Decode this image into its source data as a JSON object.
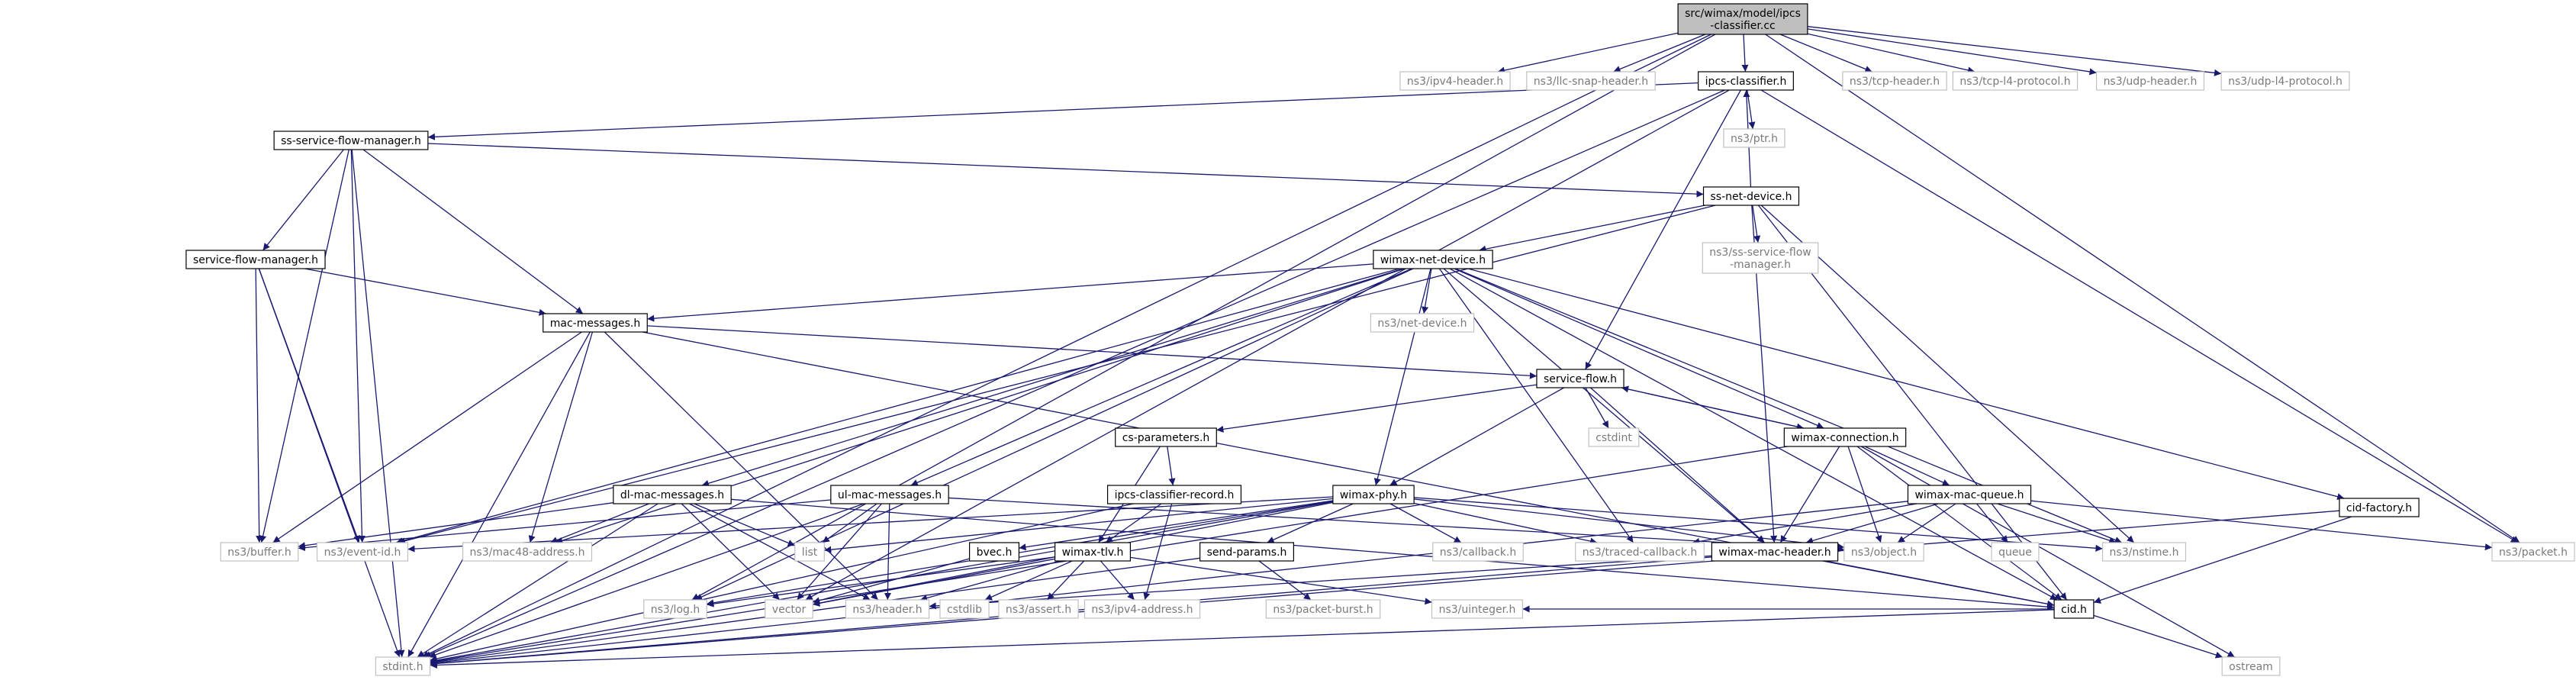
{
  "colors": {
    "edge": "#191970",
    "root_fill": "#bfbfbf",
    "local_border": "#000000",
    "external_border": "#c0c0c0",
    "external_text": "#7a7a7a"
  },
  "nodes": [
    {
      "id": "root",
      "kind": "root",
      "lines": [
        "src/wimax/model/ipcs",
        "-classifier.cc"
      ]
    },
    {
      "id": "ipv4-header",
      "kind": "external",
      "lines": [
        "ns3/ipv4-header.h"
      ]
    },
    {
      "id": "llc-snap-header",
      "kind": "external",
      "lines": [
        "ns3/llc-snap-header.h"
      ]
    },
    {
      "id": "ipcs-classifier",
      "kind": "local",
      "lines": [
        "ipcs-classifier.h"
      ]
    },
    {
      "id": "tcp-header",
      "kind": "external",
      "lines": [
        "ns3/tcp-header.h"
      ]
    },
    {
      "id": "tcp-l4-protocol",
      "kind": "external",
      "lines": [
        "ns3/tcp-l4-protocol.h"
      ]
    },
    {
      "id": "udp-header",
      "kind": "external",
      "lines": [
        "ns3/udp-header.h"
      ]
    },
    {
      "id": "udp-l4-protocol",
      "kind": "external",
      "lines": [
        "ns3/udp-l4-protocol.h"
      ]
    },
    {
      "id": "ptr",
      "kind": "external",
      "lines": [
        "ns3/ptr.h"
      ]
    },
    {
      "id": "ss-service-flow-manager",
      "kind": "local",
      "lines": [
        "ss-service-flow-manager.h"
      ]
    },
    {
      "id": "ss-net-device",
      "kind": "local",
      "lines": [
        "ss-net-device.h"
      ]
    },
    {
      "id": "service-flow-manager",
      "kind": "local",
      "lines": [
        "service-flow-manager.h"
      ]
    },
    {
      "id": "wimax-net-device",
      "kind": "local",
      "lines": [
        "wimax-net-device.h"
      ]
    },
    {
      "id": "ns3-ss-service-flow-manager",
      "kind": "external",
      "lines": [
        "ns3/ss-service-flow",
        "-manager.h"
      ]
    },
    {
      "id": "mac-messages",
      "kind": "local",
      "lines": [
        "mac-messages.h"
      ]
    },
    {
      "id": "net-device",
      "kind": "external",
      "lines": [
        "ns3/net-device.h"
      ]
    },
    {
      "id": "service-flow",
      "kind": "local",
      "lines": [
        "service-flow.h"
      ]
    },
    {
      "id": "cstdint",
      "kind": "external",
      "lines": [
        "cstdint"
      ]
    },
    {
      "id": "cs-parameters",
      "kind": "local",
      "lines": [
        "cs-parameters.h"
      ]
    },
    {
      "id": "wimax-connection",
      "kind": "local",
      "lines": [
        "wimax-connection.h"
      ]
    },
    {
      "id": "dl-mac-messages",
      "kind": "local",
      "lines": [
        "dl-mac-messages.h"
      ]
    },
    {
      "id": "ul-mac-messages",
      "kind": "local",
      "lines": [
        "ul-mac-messages.h"
      ]
    },
    {
      "id": "ipcs-classifier-record",
      "kind": "local",
      "lines": [
        "ipcs-classifier-record.h"
      ]
    },
    {
      "id": "wimax-phy",
      "kind": "local",
      "lines": [
        "wimax-phy.h"
      ]
    },
    {
      "id": "wimax-mac-queue",
      "kind": "local",
      "lines": [
        "wimax-mac-queue.h"
      ]
    },
    {
      "id": "cid-factory",
      "kind": "local",
      "lines": [
        "cid-factory.h"
      ]
    },
    {
      "id": "buffer",
      "kind": "external",
      "lines": [
        "ns3/buffer.h"
      ]
    },
    {
      "id": "event-id",
      "kind": "external",
      "lines": [
        "ns3/event-id.h"
      ]
    },
    {
      "id": "mac48-address",
      "kind": "external",
      "lines": [
        "ns3/mac48-address.h"
      ]
    },
    {
      "id": "list",
      "kind": "external",
      "lines": [
        "list"
      ]
    },
    {
      "id": "bvec",
      "kind": "local",
      "lines": [
        "bvec.h"
      ]
    },
    {
      "id": "wimax-tlv",
      "kind": "local",
      "lines": [
        "wimax-tlv.h"
      ]
    },
    {
      "id": "send-params",
      "kind": "local",
      "lines": [
        "send-params.h"
      ]
    },
    {
      "id": "callback",
      "kind": "external",
      "lines": [
        "ns3/callback.h"
      ]
    },
    {
      "id": "traced-callback",
      "kind": "external",
      "lines": [
        "ns3/traced-callback.h"
      ]
    },
    {
      "id": "wimax-mac-header",
      "kind": "local",
      "lines": [
        "wimax-mac-header.h"
      ]
    },
    {
      "id": "object",
      "kind": "external",
      "lines": [
        "ns3/object.h"
      ]
    },
    {
      "id": "queue",
      "kind": "external",
      "lines": [
        "queue"
      ]
    },
    {
      "id": "nstime",
      "kind": "external",
      "lines": [
        "ns3/nstime.h"
      ]
    },
    {
      "id": "packet",
      "kind": "external",
      "lines": [
        "ns3/packet.h"
      ]
    },
    {
      "id": "log",
      "kind": "external",
      "lines": [
        "ns3/log.h"
      ]
    },
    {
      "id": "vector",
      "kind": "external",
      "lines": [
        "vector"
      ]
    },
    {
      "id": "header",
      "kind": "external",
      "lines": [
        "ns3/header.h"
      ]
    },
    {
      "id": "cstdlib",
      "kind": "external",
      "lines": [
        "cstdlib"
      ]
    },
    {
      "id": "assert",
      "kind": "external",
      "lines": [
        "ns3/assert.h"
      ]
    },
    {
      "id": "ipv4-address",
      "kind": "external",
      "lines": [
        "ns3/ipv4-address.h"
      ]
    },
    {
      "id": "packet-burst",
      "kind": "external",
      "lines": [
        "ns3/packet-burst.h"
      ]
    },
    {
      "id": "uinteger",
      "kind": "external",
      "lines": [
        "ns3/uinteger.h"
      ]
    },
    {
      "id": "cid",
      "kind": "local",
      "lines": [
        "cid.h"
      ]
    },
    {
      "id": "ostream",
      "kind": "external",
      "lines": [
        "ostream"
      ]
    },
    {
      "id": "stdint",
      "kind": "external",
      "lines": [
        "stdint.h"
      ]
    }
  ],
  "edges": [
    [
      "root",
      "ipv4-header"
    ],
    [
      "root",
      "llc-snap-header"
    ],
    [
      "root",
      "ipcs-classifier"
    ],
    [
      "root",
      "tcp-header"
    ],
    [
      "root",
      "tcp-l4-protocol"
    ],
    [
      "root",
      "udp-header"
    ],
    [
      "root",
      "udp-l4-protocol"
    ],
    [
      "root",
      "packet"
    ],
    [
      "root",
      "stdint"
    ],
    [
      "root",
      "log"
    ],
    [
      "ipcs-classifier",
      "ptr"
    ],
    [
      "ipcs-classifier",
      "ss-service-flow-manager"
    ],
    [
      "ipcs-classifier",
      "service-flow"
    ],
    [
      "ipcs-classifier",
      "packet"
    ],
    [
      "ipcs-classifier",
      "vector"
    ],
    [
      "ipcs-classifier",
      "stdint"
    ],
    [
      "ss-service-flow-manager",
      "service-flow-manager"
    ],
    [
      "ss-service-flow-manager",
      "mac-messages"
    ],
    [
      "ss-service-flow-manager",
      "ss-net-device"
    ],
    [
      "ss-service-flow-manager",
      "buffer"
    ],
    [
      "ss-service-flow-manager",
      "event-id"
    ],
    [
      "ss-service-flow-manager",
      "stdint"
    ],
    [
      "ss-net-device",
      "ipcs-classifier"
    ],
    [
      "ss-net-device",
      "wimax-net-device"
    ],
    [
      "ss-net-device",
      "ns3-ss-service-flow-manager"
    ],
    [
      "ss-net-device",
      "wimax-mac-header"
    ],
    [
      "ss-net-device",
      "nstime"
    ],
    [
      "ss-net-device",
      "cid"
    ],
    [
      "ss-net-device",
      "event-id"
    ],
    [
      "service-flow-manager",
      "mac-messages"
    ],
    [
      "service-flow-manager",
      "buffer"
    ],
    [
      "service-flow-manager",
      "event-id"
    ],
    [
      "service-flow-manager",
      "stdint"
    ],
    [
      "wimax-net-device",
      "mac-messages"
    ],
    [
      "wimax-net-device",
      "net-device"
    ],
    [
      "wimax-net-device",
      "wimax-connection"
    ],
    [
      "wimax-net-device",
      "wimax-phy"
    ],
    [
      "wimax-net-device",
      "dl-mac-messages"
    ],
    [
      "wimax-net-device",
      "ul-mac-messages"
    ],
    [
      "wimax-net-device",
      "cid-factory"
    ],
    [
      "wimax-net-device",
      "traced-callback"
    ],
    [
      "wimax-net-device",
      "wimax-mac-header"
    ],
    [
      "wimax-net-device",
      "nstime"
    ],
    [
      "wimax-net-device",
      "event-id"
    ],
    [
      "wimax-net-device",
      "mac48-address"
    ],
    [
      "wimax-net-device",
      "cid"
    ],
    [
      "wimax-net-device",
      "log"
    ],
    [
      "mac-messages",
      "service-flow"
    ],
    [
      "mac-messages",
      "buffer"
    ],
    [
      "mac-messages",
      "mac48-address"
    ],
    [
      "mac-messages",
      "header"
    ],
    [
      "mac-messages",
      "cid"
    ],
    [
      "mac-messages",
      "stdint"
    ],
    [
      "service-flow",
      "cs-parameters"
    ],
    [
      "service-flow",
      "cstdint"
    ],
    [
      "service-flow",
      "wimax-connection"
    ],
    [
      "service-flow",
      "wimax-phy"
    ],
    [
      "service-flow",
      "wimax-mac-header"
    ],
    [
      "wimax-connection",
      "service-flow"
    ],
    [
      "wimax-connection",
      "wimax-mac-queue"
    ],
    [
      "wimax-connection",
      "wimax-mac-header"
    ],
    [
      "wimax-connection",
      "object"
    ],
    [
      "wimax-connection",
      "cid"
    ],
    [
      "wimax-connection",
      "ostream"
    ],
    [
      "wimax-connection",
      "stdint"
    ],
    [
      "cs-parameters",
      "ipcs-classifier-record"
    ],
    [
      "cs-parameters",
      "wimax-tlv"
    ],
    [
      "ipcs-classifier-record",
      "wimax-tlv"
    ],
    [
      "ipcs-classifier-record",
      "ipv4-address"
    ],
    [
      "ipcs-classifier-record",
      "stdint"
    ],
    [
      "dl-mac-messages",
      "buffer"
    ],
    [
      "dl-mac-messages",
      "mac48-address"
    ],
    [
      "dl-mac-messages",
      "list"
    ],
    [
      "dl-mac-messages",
      "header"
    ],
    [
      "dl-mac-messages",
      "vector"
    ],
    [
      "dl-mac-messages",
      "stdint"
    ],
    [
      "dl-mac-messages",
      "cid"
    ],
    [
      "ul-mac-messages",
      "buffer"
    ],
    [
      "ul-mac-messages",
      "list"
    ],
    [
      "ul-mac-messages",
      "header"
    ],
    [
      "ul-mac-messages",
      "vector"
    ],
    [
      "ul-mac-messages",
      "stdint"
    ],
    [
      "ul-mac-messages",
      "object"
    ],
    [
      "wimax-phy",
      "bvec"
    ],
    [
      "wimax-phy",
      "send-params"
    ],
    [
      "wimax-phy",
      "callback"
    ],
    [
      "wimax-phy",
      "traced-callback"
    ],
    [
      "wimax-phy",
      "object"
    ],
    [
      "wimax-phy",
      "nstime"
    ],
    [
      "wimax-phy",
      "event-id"
    ],
    [
      "wimax-phy",
      "list"
    ],
    [
      "wimax-phy",
      "log"
    ],
    [
      "wimax-phy",
      "vector"
    ],
    [
      "wimax-phy",
      "stdint"
    ],
    [
      "wimax-tlv",
      "log"
    ],
    [
      "wimax-tlv",
      "vector"
    ],
    [
      "wimax-tlv",
      "header"
    ],
    [
      "wimax-tlv",
      "cstdlib"
    ],
    [
      "wimax-tlv",
      "assert"
    ],
    [
      "wimax-tlv",
      "ipv4-address"
    ],
    [
      "wimax-tlv",
      "uinteger"
    ],
    [
      "bvec",
      "vector"
    ],
    [
      "send-params",
      "packet-burst"
    ],
    [
      "send-params",
      "stdint"
    ],
    [
      "wimax-mac-queue",
      "wimax-mac-header"
    ],
    [
      "wimax-mac-queue",
      "traced-callback"
    ],
    [
      "wimax-mac-queue",
      "object"
    ],
    [
      "wimax-mac-queue",
      "queue"
    ],
    [
      "wimax-mac-queue",
      "nstime"
    ],
    [
      "wimax-mac-queue",
      "packet"
    ],
    [
      "wimax-mac-queue",
      "stdint"
    ],
    [
      "wimax-mac-header",
      "header"
    ],
    [
      "wimax-mac-header",
      "cid"
    ],
    [
      "wimax-mac-header",
      "stdint"
    ],
    [
      "cid-factory",
      "cid"
    ],
    [
      "cid-factory",
      "stdint"
    ],
    [
      "cid",
      "ostream"
    ],
    [
      "cid",
      "uinteger"
    ],
    [
      "cid",
      "stdint"
    ]
  ]
}
